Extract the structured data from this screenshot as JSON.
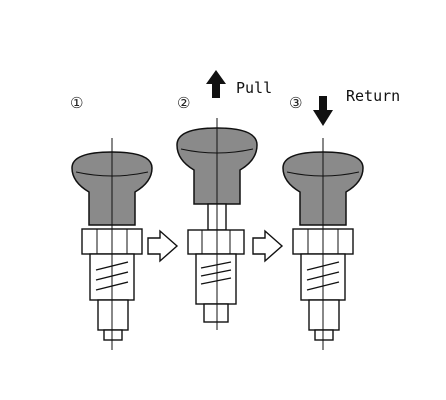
{
  "steps": [
    {
      "marker": "①"
    },
    {
      "marker": "②",
      "action": "Pull"
    },
    {
      "marker": "③",
      "action": "Return"
    }
  ],
  "colors": {
    "knob": "#8a8a8a",
    "line": "#111111",
    "background": "#ffffff"
  },
  "icons": {
    "pull": "arrow-up-icon",
    "return": "arrow-down-icon",
    "transition": "arrow-right-outline-icon"
  }
}
